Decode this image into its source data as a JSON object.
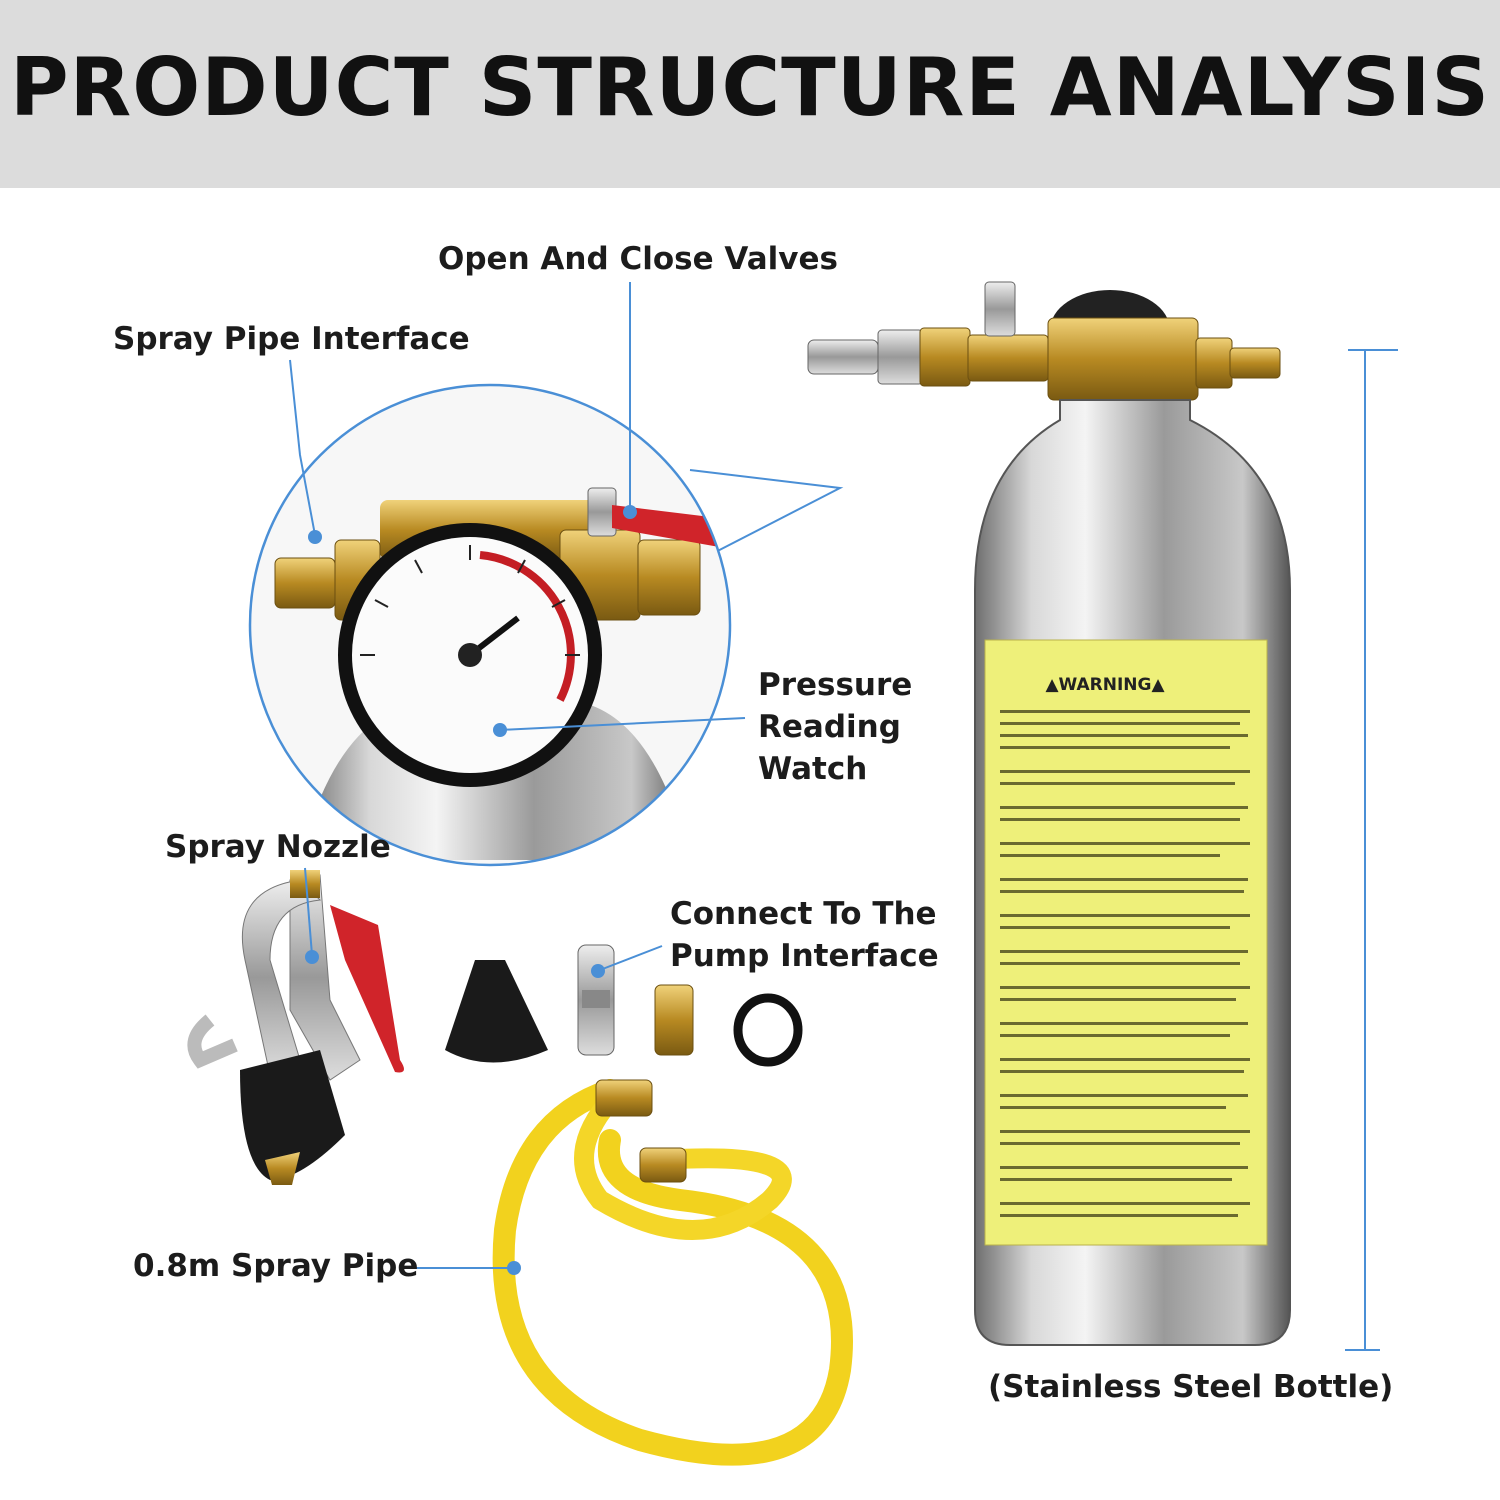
{
  "header": {
    "title": "PRODUCT STRUCTURE ANALYSIS"
  },
  "labels": {
    "open_close_valves": "Open And Close Valves",
    "spray_pipe_interface": "Spray Pipe Interface",
    "pressure_reading_watch": [
      "Pressure",
      "Reading",
      "Watch"
    ],
    "spray_nozzle": "Spray Nozzle",
    "connect_pump_interface": [
      "Connect To The",
      "Pump Interface"
    ],
    "spray_pipe": "0.8m Spray Pipe",
    "bottle_caption": "(Stainless Steel Bottle)"
  },
  "bottle_label": {
    "warning_text": "▲WARNING▲"
  },
  "colors": {
    "header_bg": "#dcdcdc",
    "callout_line": "#4a8fd6",
    "label_yellow": "#eef07a",
    "hose_yellow": "#f2d21e",
    "brass": "#c9a032",
    "steel": "#b8b8b8"
  }
}
